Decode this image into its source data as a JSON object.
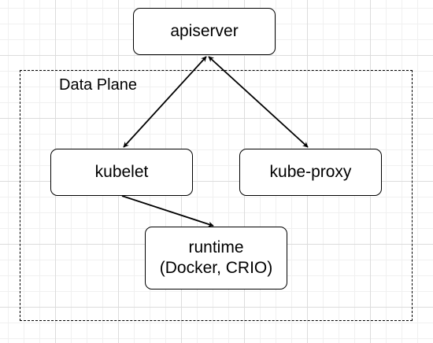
{
  "group": {
    "label": "Data Plane"
  },
  "nodes": {
    "apiserver": {
      "label": "apiserver"
    },
    "kubelet": {
      "label": "kubelet"
    },
    "kube_proxy": {
      "label": "kube-proxy"
    },
    "runtime": {
      "line1": "runtime",
      "line2": "(Docker, CRIO)"
    }
  },
  "edges": [
    {
      "from": "apiserver",
      "to": "kubelet",
      "direction": "bidirectional"
    },
    {
      "from": "apiserver",
      "to": "kube-proxy",
      "direction": "bidirectional"
    },
    {
      "from": "kubelet",
      "to": "runtime",
      "direction": "forward"
    }
  ],
  "colors": {
    "stroke": "#000000",
    "node_fill": "#ffffff",
    "grid": "#dcdcdc"
  }
}
